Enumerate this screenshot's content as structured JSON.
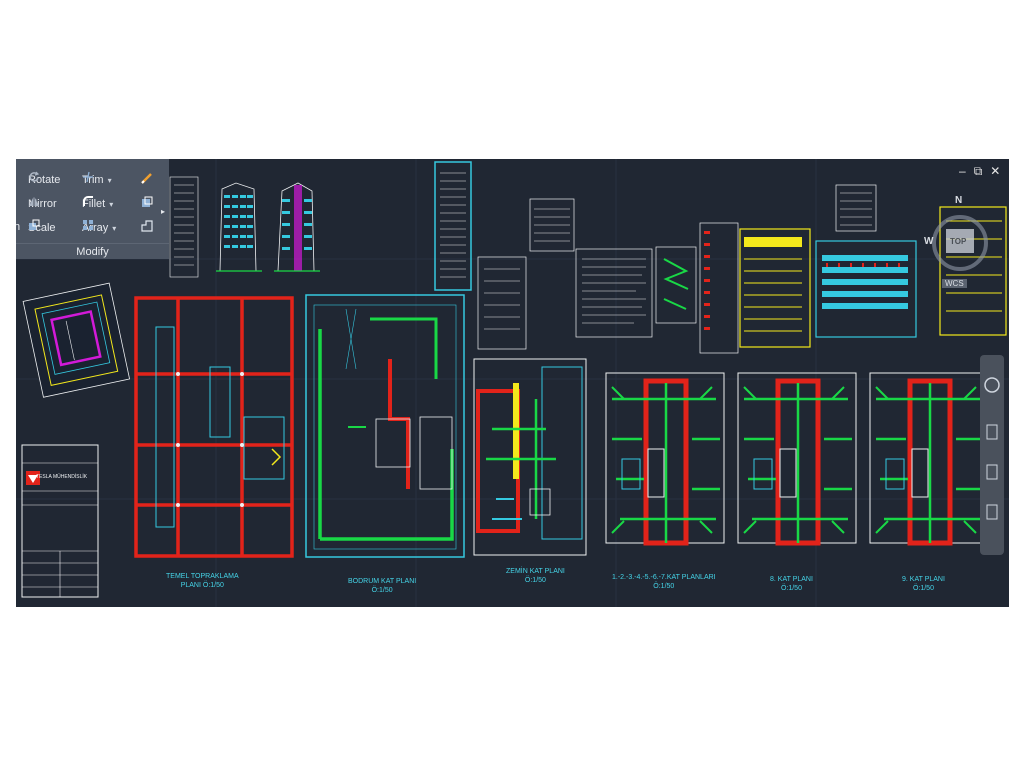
{
  "ribbon": {
    "tools": [
      {
        "label": "Rotate",
        "icon": "rotate-icon"
      },
      {
        "label": "Trim",
        "icon": "trim-icon"
      },
      {
        "label": "Mirror",
        "icon": "mirror-icon"
      },
      {
        "label": "Fillet",
        "icon": "fillet-icon"
      },
      {
        "label": "Scale",
        "icon": "scale-icon"
      },
      {
        "label": "Array",
        "icon": "array-icon"
      }
    ],
    "panel_label": "Modify",
    "edge_letter": "h"
  },
  "window_controls": {
    "restore": "⧉",
    "close": "✕"
  },
  "viewcube": {
    "north": "N",
    "west": "W",
    "top_face": "TOP",
    "wcs": "WCS"
  },
  "title_block": {
    "company": "TESLA MÜHENDİSLİK"
  },
  "plan_labels": [
    {
      "line1": "TEMEL TOPRAKLAMA",
      "line2": "PLANI Ö:1/50"
    },
    {
      "line1": "BODRUM  KAT PLANI",
      "line2": "Ö:1/50"
    },
    {
      "line1": "ZEMİN KAT PLANI",
      "line2": "Ö:1/50"
    },
    {
      "line1": "1.-2.-3.-4.-5.-6.-7.KAT PLANLARI",
      "line2": "Ö:1/50"
    },
    {
      "line1": "8. KAT PLANI",
      "line2": "Ö:1/50"
    },
    {
      "line1": "9. KAT PLANI",
      "line2": "Ö:1/50"
    }
  ],
  "colors": {
    "canvas": "#202733",
    "cyan": "#35c9e0",
    "red": "#e2231a",
    "green": "#19d846",
    "yellow": "#f3e81c",
    "white": "#eef0f2",
    "magenta": "#d21ad8"
  }
}
